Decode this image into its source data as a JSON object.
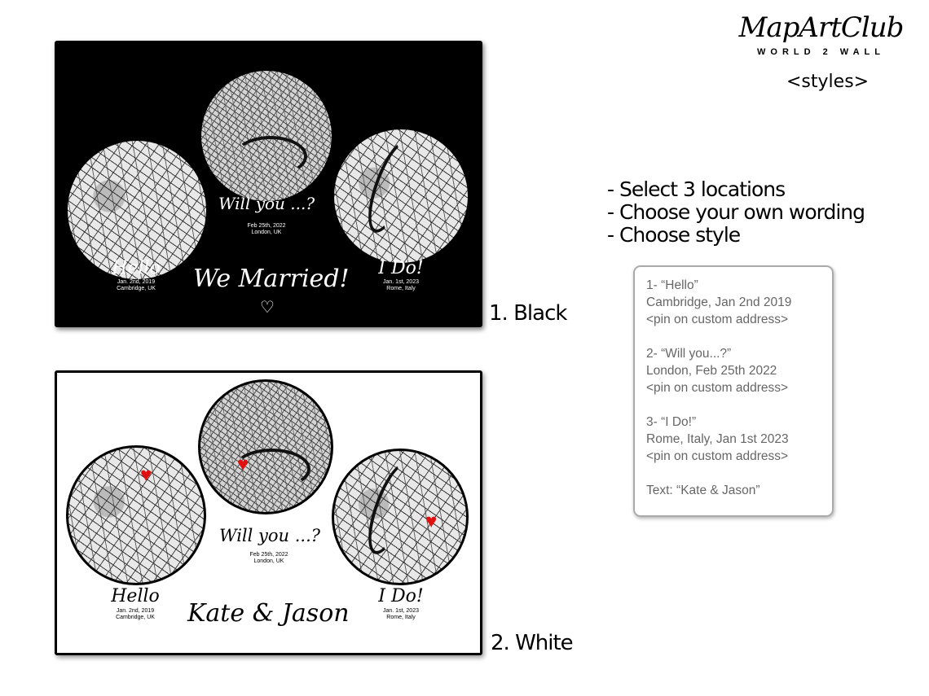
{
  "logo": {
    "script": "MapArtClub",
    "tagline": "WORLD 2 WALL"
  },
  "styles_heading": "<styles>",
  "bullets": [
    "- Select 3 locations",
    "- Choose your own wording",
    "- Choose style"
  ],
  "info_box": [
    "1- “Hello”",
    "Cambridge, Jan 2nd 2019",
    "<pin on custom address>",
    "",
    "2- “Will you...?”",
    "London, Feb 25th 2022",
    "<pin on custom address>",
    "",
    "3- “I Do!”",
    "Rome, Italy, Jan 1st 2023",
    "<pin on custom address>",
    "",
    "Text: “Kate & Jason”"
  ],
  "style_labels": {
    "black": "1. Black",
    "white": "2. White"
  },
  "poster_black": {
    "left": {
      "title": "Hello",
      "date": "Jan. 2nd, 2019",
      "place": "Cambridge, UK"
    },
    "middle": {
      "title": "Will you ...?",
      "date": "Feb 25th, 2022",
      "place": "London, UK"
    },
    "right": {
      "title": "I Do!",
      "date": "Jan. 1st, 2023",
      "place": "Rome, Italy"
    },
    "main_text": "We Married!"
  },
  "poster_white": {
    "left": {
      "title": "Hello",
      "date": "Jan. 2nd, 2019",
      "place": "Cambridge, UK"
    },
    "middle": {
      "title": "Will you ...?",
      "date": "Feb 25th, 2022",
      "place": "London, UK"
    },
    "right": {
      "title": "I Do!",
      "date": "Jan. 1st, 2023",
      "place": "Rome, Italy"
    },
    "main_text": "Kate & Jason"
  },
  "colors": {
    "pin": "#e01010",
    "box_text": "#666666"
  }
}
